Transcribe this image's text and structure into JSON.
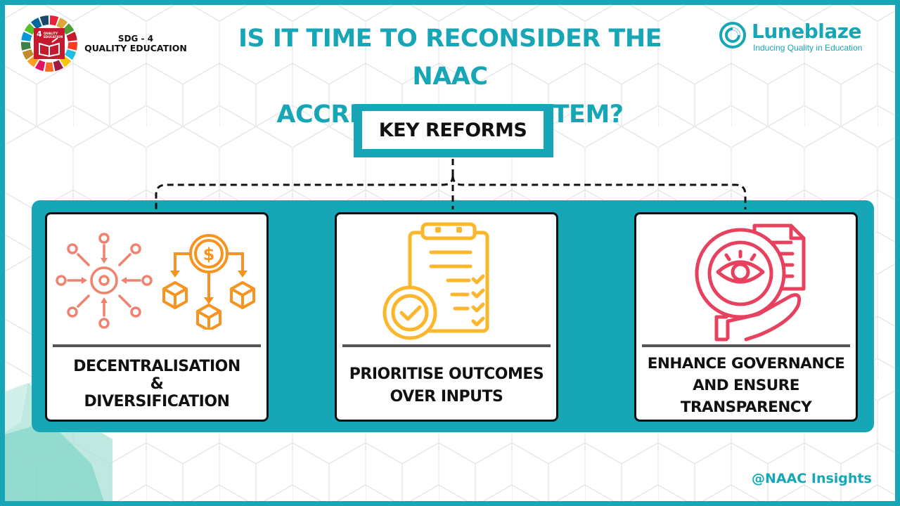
{
  "sdg": {
    "badge_number": "4",
    "badge_text": "QUALITY EDUCATION",
    "label_line1": "SDG - 4",
    "label_line2": "QUALITY EDUCATION"
  },
  "title": {
    "line1": "IS IT TIME TO RECONSIDER THE NAAC",
    "line2": "ACCREDITATION SYSTEM?"
  },
  "brand": {
    "name": "Luneblaze",
    "tagline": "Inducing Quality in Education"
  },
  "key_reforms": "KEY REFORMS",
  "reforms": [
    {
      "line1": "DECENTRALISATION",
      "line2": "&",
      "line3": "DIVERSIFICATION",
      "icon": "decentralise-distribute-icon"
    },
    {
      "line1": "PRIORITISE OUTCOMES",
      "line2": "OVER INPUTS",
      "icon": "checklist-approval-icon"
    },
    {
      "line1": "ENHANCE GOVERNANCE",
      "line2": "AND ENSURE",
      "line3": "TRANSPARENCY",
      "icon": "eye-document-hand-icon"
    }
  ],
  "handle": "@NAAC Insights",
  "colors": {
    "teal": "#17a6b6",
    "salmon": "#f0826e",
    "orange": "#f7931e",
    "yellow": "#fbb62c",
    "rose": "#e8415f"
  }
}
